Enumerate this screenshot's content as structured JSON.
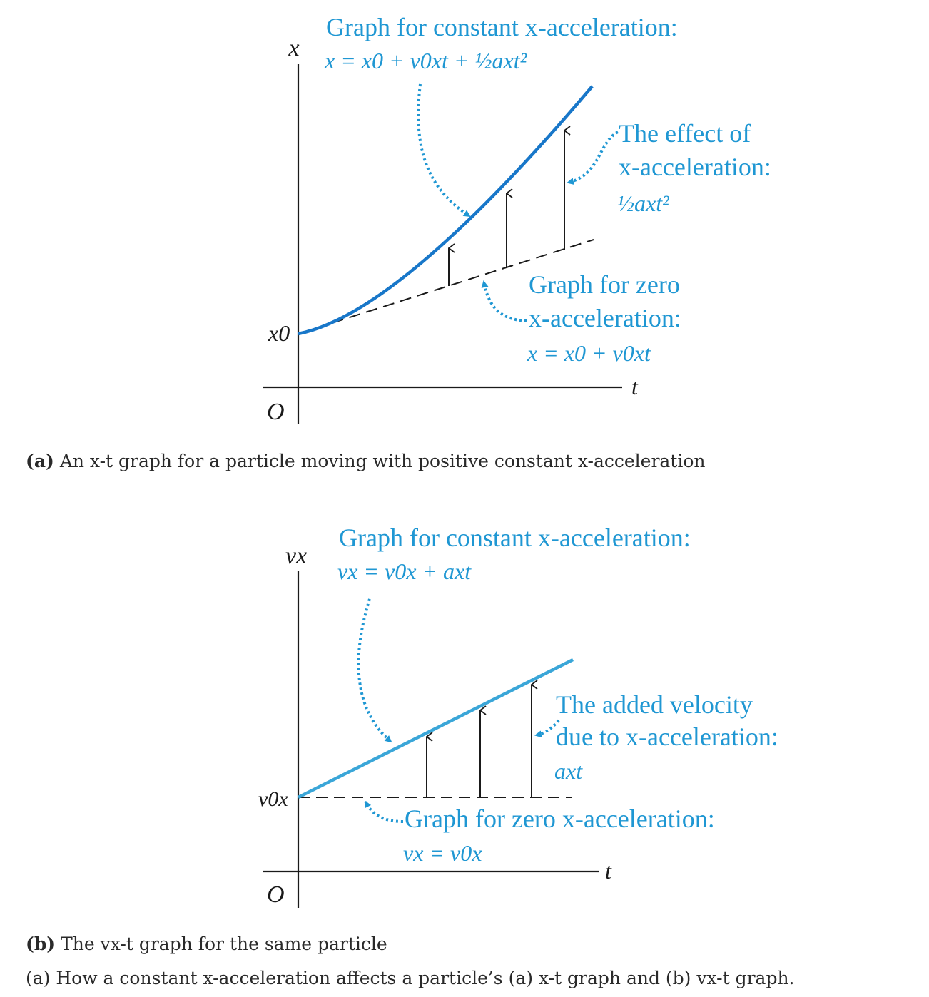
{
  "panel_a": {
    "y_axis_label": "x",
    "origin_label": "O",
    "x_axis_label": "t",
    "intercept_label": "x0",
    "curve_title": "Graph for constant x-acceleration:",
    "curve_equation": "x = x0 + v0xt + ½axt²",
    "effect_line1": "The effect of",
    "effect_line2": "x-acceleration:",
    "effect_line3": "½axt²",
    "zero_line1": "Graph for zero",
    "zero_line2": "x-acceleration:",
    "zero_line3": "x = x0 + v0xt",
    "caption_tag": "(a)",
    "caption_text": "An x-t graph for a particle moving with positive constant x-acceleration"
  },
  "panel_b": {
    "y_axis_label": "vx",
    "origin_label": "O",
    "x_axis_label": "t",
    "intercept_label": "v0x",
    "line_title": "Graph for constant x-acceleration:",
    "line_equation": "vx = v0x + axt",
    "added_line1": "The added velocity",
    "added_line2": "due to x-acceleration:",
    "added_line3": "axt",
    "zero_line1": "Graph for zero x-acceleration:",
    "zero_line2": "vx = v0x",
    "caption_tag": "(b)",
    "caption_text": "The vx-t graph for the same particle"
  },
  "figure_caption": "(a) How a constant x-acceleration affects a particle’s (a) x-t graph and (b) vx-t graph.",
  "colors": {
    "curve": "#1877c9",
    "line_b": "#3aa6d8",
    "annotation": "#1f97d3",
    "axes": "#1a1a1a"
  }
}
